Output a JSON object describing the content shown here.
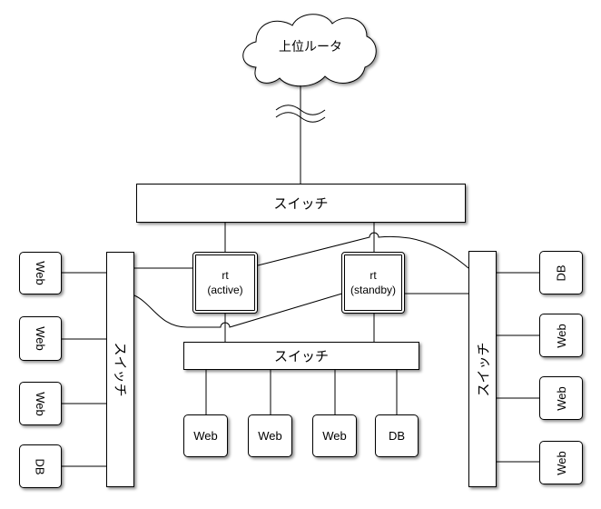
{
  "upstream_router": {
    "label": "上位ルータ"
  },
  "core_switch": {
    "label": "スイッチ"
  },
  "left_switch": {
    "label": "スイッチ"
  },
  "right_switch": {
    "label": "スイッチ"
  },
  "middle_switch": {
    "label": "スイッチ"
  },
  "router_active": {
    "name": "rt",
    "role": "(active)"
  },
  "router_standby": {
    "name": "rt",
    "role": "(standby)"
  },
  "left_servers": [
    "Web",
    "Web",
    "Web",
    "DB"
  ],
  "right_servers": [
    "DB",
    "Web",
    "Web",
    "Web"
  ],
  "bottom_servers": [
    "Web",
    "Web",
    "Web",
    "DB"
  ]
}
